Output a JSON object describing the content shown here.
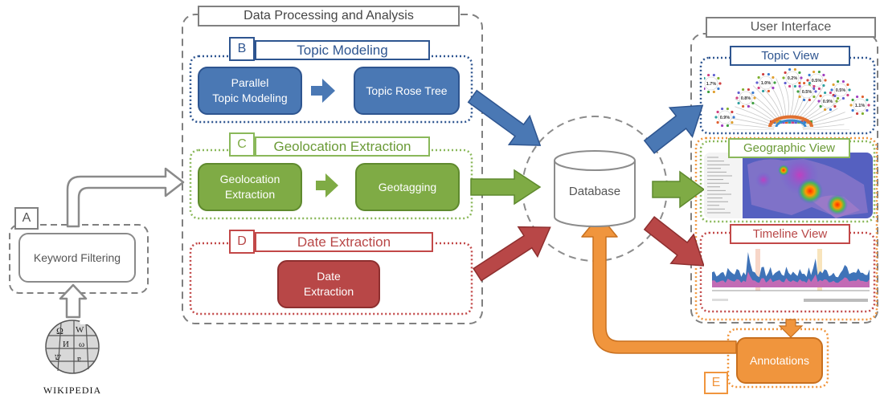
{
  "colors": {
    "gray": "#7f7f7f",
    "blue": "#4a78b4",
    "blue_dark": "#2e5590",
    "green": "#7fab45",
    "green_dark": "#5f8a2e",
    "red": "#b84747",
    "red_dark": "#8e2f2f",
    "orange": "#f0953d",
    "orange_dark": "#c8701f"
  },
  "sections": {
    "keyword": {
      "letter": "A",
      "box": "Keyword Filtering"
    },
    "processing": {
      "title": "Data Processing and Analysis"
    },
    "topic": {
      "letter": "B",
      "title": "Topic Modeling",
      "box1": "Parallel\nTopic Modeling",
      "box2": "Topic Rose Tree"
    },
    "geo": {
      "letter": "C",
      "title": "Geolocation Extraction",
      "box1": "Geolocation\nExtraction",
      "box2": "Geotagging"
    },
    "date": {
      "letter": "D",
      "title": "Date Extraction",
      "box1": "Date\nExtraction"
    },
    "database": {
      "label": "Database"
    },
    "ui": {
      "title": "User Interface",
      "topic_view": "Topic View",
      "geo_view": "Geographic View",
      "timeline_view": "Timeline View"
    },
    "annotations": {
      "letter": "E",
      "box": "Annotations"
    },
    "wikipedia": {
      "label": "WIKIPEDIA"
    }
  },
  "thumbnails": {
    "topic_percents": [
      "1.7%",
      "0.9%",
      "0.8%",
      "1.0%",
      "0.2%",
      "0.5%",
      "0.5%",
      "1.1%",
      "0.5%",
      "0.9%"
    ]
  }
}
